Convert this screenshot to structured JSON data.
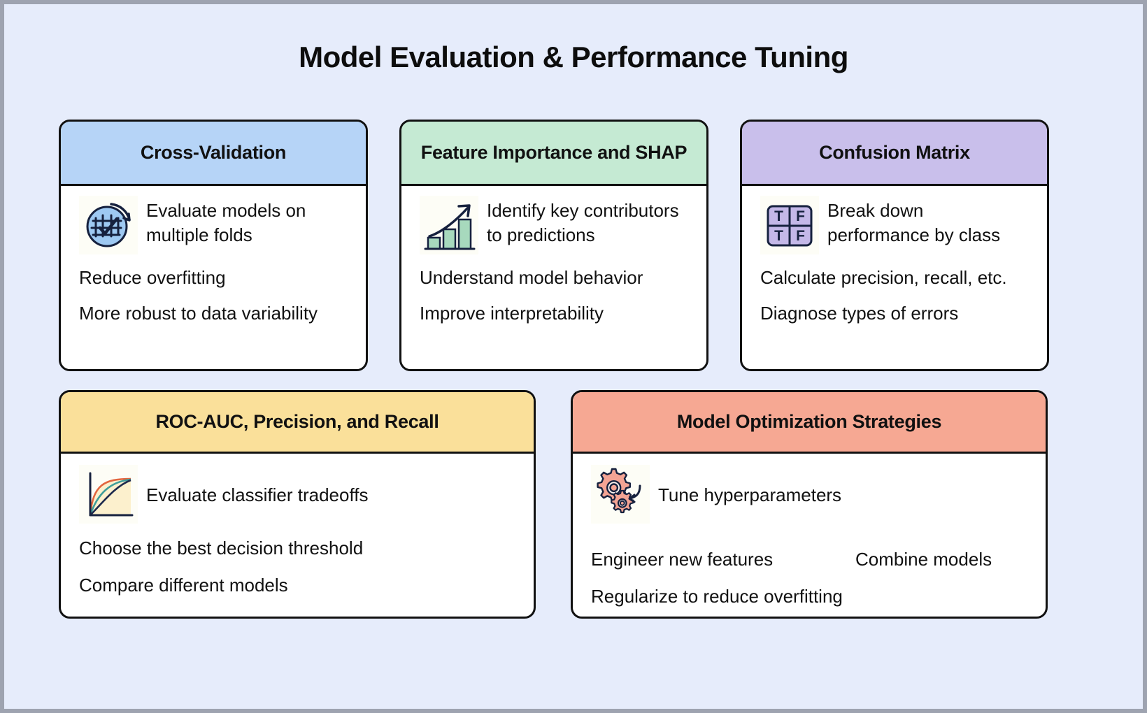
{
  "page": {
    "title": "Model Evaluation & Performance Tuning",
    "background_color": "#e6ecfb",
    "frame_color": "#9ea3b0",
    "border_color": "#111111"
  },
  "cards": [
    {
      "id": "cross-validation",
      "title": "Cross-Validation",
      "header_color": "#b6d4f7",
      "icon": "cross-validation-grid-check-icon",
      "headline": "Evaluate models on multiple folds",
      "bullets": [
        "Reduce overfitting",
        "More robust to data variability"
      ]
    },
    {
      "id": "feature-importance",
      "title": "Feature Importance and SHAP",
      "header_color": "#c5ead3",
      "icon": "growth-bar-chart-icon",
      "headline": "Identify key contributors to predictions",
      "bullets": [
        "Understand model behavior",
        "Improve interpretability"
      ]
    },
    {
      "id": "confusion-matrix",
      "title": "Confusion Matrix",
      "header_color": "#c9bfeb",
      "icon": "confusion-matrix-tf-grid-icon",
      "headline": "Break down performance by class",
      "bullets": [
        "Calculate precision, recall, etc.",
        "Diagnose types of errors"
      ]
    },
    {
      "id": "roc-auc",
      "title": "ROC-AUC, Precision, and Recall",
      "header_color": "#fae09a",
      "icon": "roc-curve-icon",
      "headline": "Evaluate classifier tradeoffs",
      "bullets": [
        "Choose the best decision threshold",
        "Compare different models"
      ]
    },
    {
      "id": "optimization",
      "title": "Model Optimization Strategies",
      "header_color": "#f6a893",
      "icon": "gears-tuning-icon",
      "headline": "Tune hyperparameters",
      "bullets": [
        "Engineer new features",
        "Combine models",
        "Regularize to reduce overfitting"
      ]
    }
  ],
  "icon_colors": {
    "cross_validation_circle": "#9ec9f2",
    "bar_fill": "#a7d9bd",
    "matrix_cell": "#c4b8e8",
    "roc_curve_1": "#e2663f",
    "roc_curve_2": "#3f9e9a",
    "roc_curve_3": "#1d2a4d",
    "roc_fill": "#fbedc5",
    "gear_fill": "#f4a494",
    "stroke": "#16213e"
  },
  "confusion_matrix_cells": [
    [
      "T",
      "F"
    ],
    [
      "T",
      "F"
    ]
  ]
}
